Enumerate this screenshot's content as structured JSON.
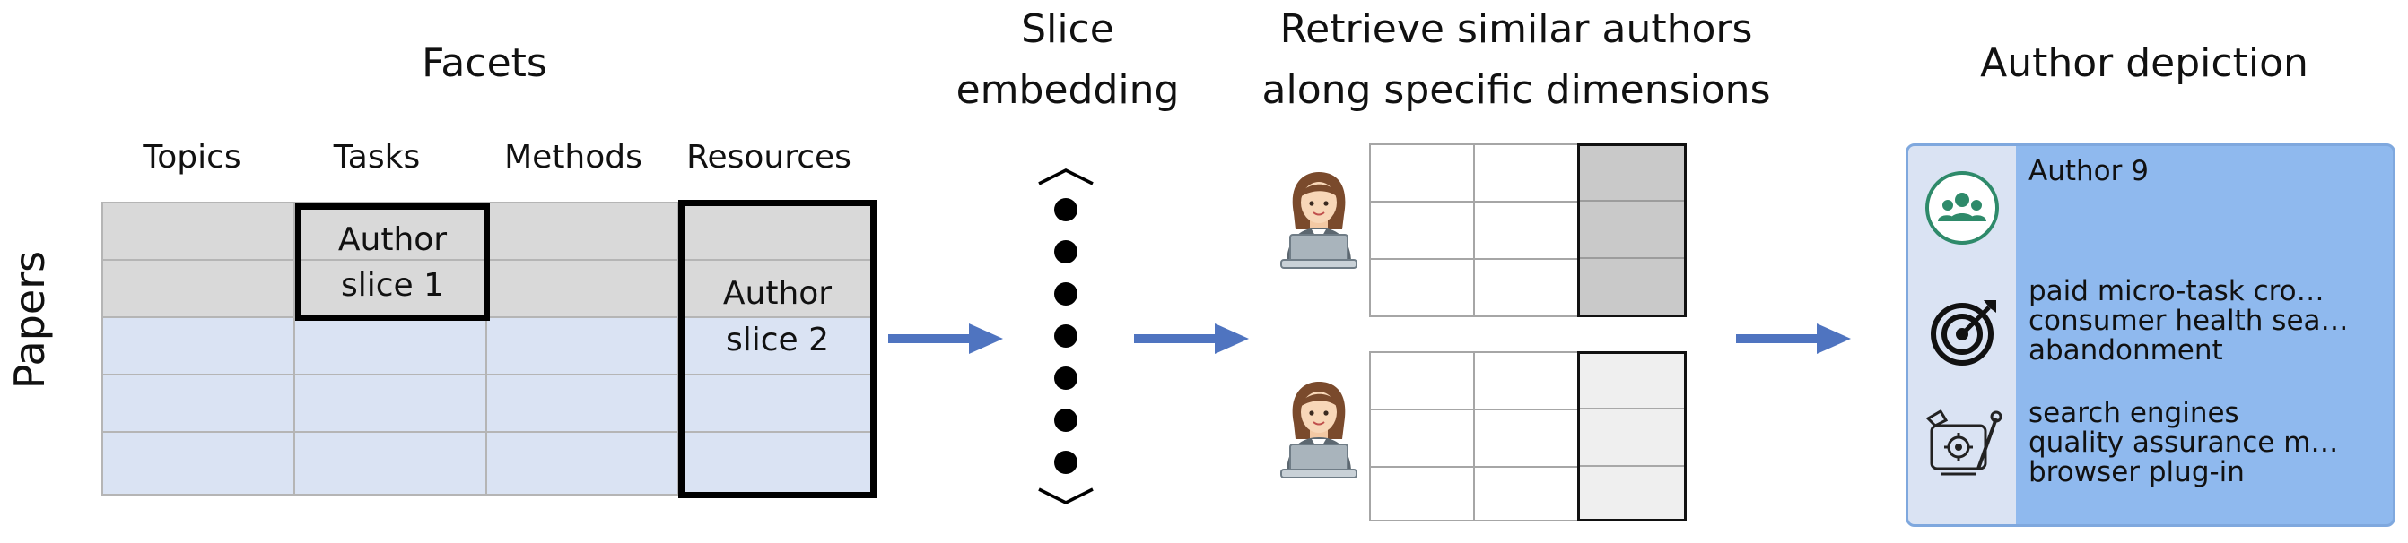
{
  "titles": {
    "facets": "Facets",
    "slice_line1": "Slice",
    "slice_line2": "embedding",
    "retrieve_line1": "Retrieve similar authors",
    "retrieve_line2": "along specific dimensions",
    "depiction": "Author depiction"
  },
  "facet_columns": [
    "Topics",
    "Tasks",
    "Methods",
    "Resources"
  ],
  "row_label": "Papers",
  "slices": {
    "slice1_line1": "Author",
    "slice1_line2": "slice 1",
    "slice2_line1": "Author",
    "slice2_line2": "slice 2"
  },
  "author_card": {
    "name": "Author 9",
    "tasks": [
      "paid micro-task cro…",
      "consumer health sea…",
      "abandonment"
    ],
    "resources": [
      "search engines",
      "quality assurance m…",
      "browser plug-in"
    ]
  },
  "colors": {
    "cell_grey": "#d9d9d9",
    "cell_blue": "#dae3f3",
    "arrow_blue": "#4f74c0",
    "card_blue": "#8fb9ee",
    "icon_green": "#2e8a6a"
  },
  "icons": {
    "people": "group-icon",
    "target": "target-icon",
    "tools": "tools-gear-icon",
    "author": "author-at-laptop-icon"
  }
}
